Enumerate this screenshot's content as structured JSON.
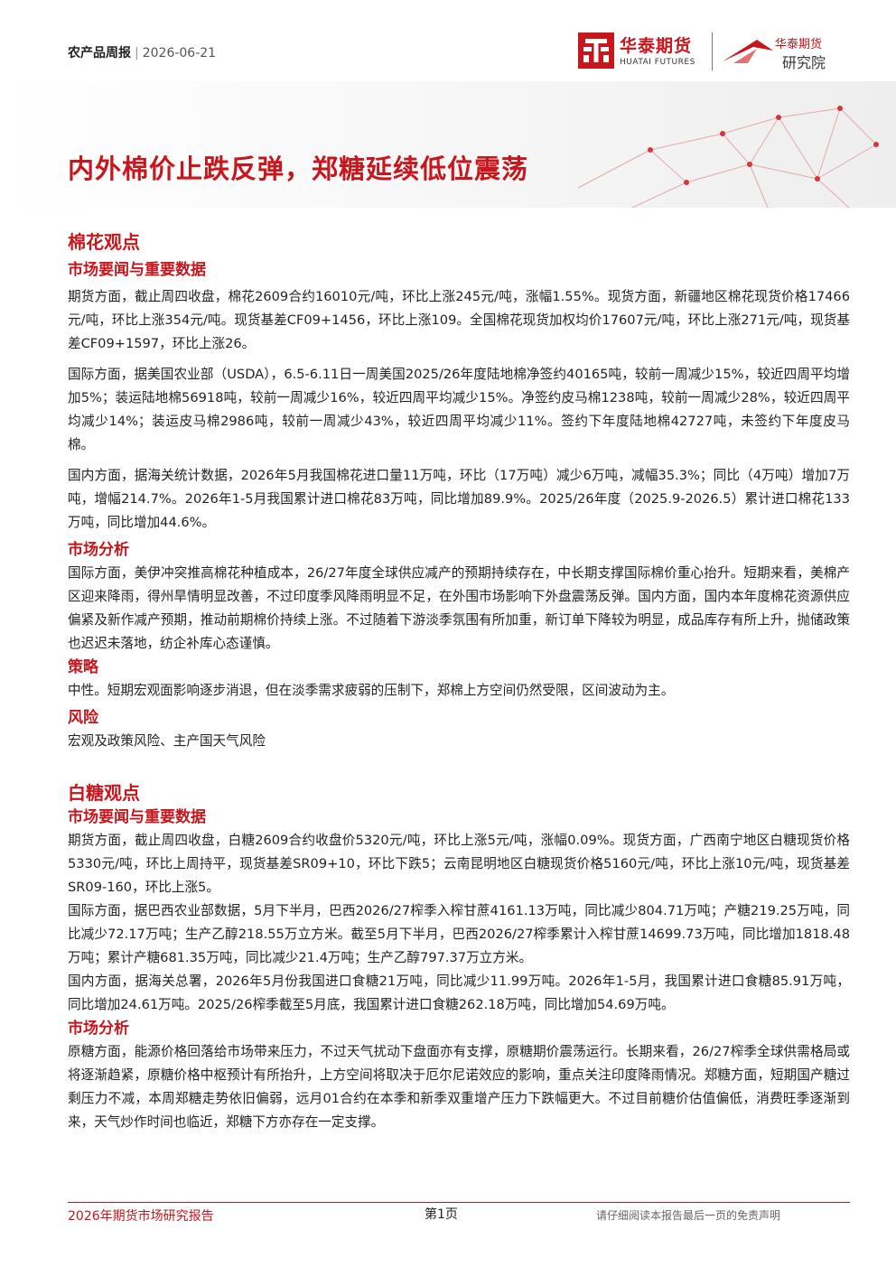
{
  "header": {
    "report_type": "农产品周报",
    "date": "2026-06-21",
    "logo_cn": "华泰期货",
    "logo_en": "HUATAI FUTURES",
    "institute_line1": "华泰期货",
    "institute_line2": "研究院",
    "brand_color": "#c8161d"
  },
  "title": "内外棉价止跌反弹，郑糖延续低位震荡",
  "cotton": {
    "heading": "棉花观点",
    "news_heading": "市场要闻与重要数据",
    "news": [
      "期货方面，截止周四收盘，棉花2609合约16010元/吨，环比上涨245元/吨，涨幅1.55%。现货方面，新疆地区棉花现货价格17466元/吨，环比上涨354元/吨。现货基差CF09+1456，环比上涨109。全国棉花现货加权均价17607元/吨，环比上涨271元/吨，现货基差CF09+1597，环比上涨26。",
      "国际方面，据美国农业部（USDA），6.5-6.11日一周美国2025/26年度陆地棉净签约40165吨，较前一周减少15%，较近四周平均增加5%；装运陆地棉56918吨，较前一周减少16%，较近四周平均减少15%。净签约皮马棉1238吨，较前一周减少28%，较近四周平均减少14%；装运皮马棉2986吨，较前一周减少43%，较近四周平均减少11%。签约下年度陆地棉42727吨，未签约下年度皮马棉。",
      "国内方面，据海关统计数据，2026年5月我国棉花进口量11万吨，环比（17万吨）减少6万吨，减幅35.3%；同比（4万吨）增加7万吨，增幅214.7%。2026年1-5月我国累计进口棉花83万吨，同比增加89.9%。2025/26年度（2025.9-2026.5）累计进口棉花133万吨，同比增加44.6%。"
    ],
    "analysis_heading": "市场分析",
    "analysis": "国际方面，美伊冲突推高棉花种植成本，26/27年度全球供应减产的预期持续存在，中长期支撑国际棉价重心抬升。短期来看，美棉产区迎来降雨，得州旱情明显改善，不过印度季风降雨明显不足，在外围市场影响下外盘震荡反弹。国内方面，国内本年度棉花资源供应偏紧及新作减产预期，推动前期棉价持续上涨。不过随着下游淡季氛围有所加重，新订单下降较为明显，成品库存有所上升，抛储政策也迟迟未落地，纺企补库心态谨慎。",
    "strategy_heading": "策略",
    "strategy": "中性。短期宏观面影响逐步消退，但在淡季需求疲弱的压制下，郑棉上方空间仍然受限，区间波动为主。",
    "risk_heading": "风险",
    "risk": "宏观及政策风险、主产国天气风险"
  },
  "sugar": {
    "heading": "白糖观点",
    "news_heading": "市场要闻与重要数据",
    "news": [
      "期货方面，截止周四收盘，白糖2609合约收盘价5320元/吨，环比上涨5元/吨，涨幅0.09%。现货方面，广西南宁地区白糖现货价格5330元/吨，环比上周持平，现货基差SR09+10，环比下跌5；云南昆明地区白糖现货价格5160元/吨，环比上涨10元/吨，现货基差SR09-160，环比上涨5。",
      "国际方面，据巴西农业部数据，5月下半月，巴西2026/27榨季入榨甘蔗4161.13万吨，同比减少804.71万吨；产糖219.25万吨，同比减少72.17万吨；生产乙醇218.55万立方米。截至5月下半月，巴西2026/27榨季累计入榨甘蔗14699.73万吨，同比增加1818.48万吨；累计产糖681.35万吨，同比减少21.4万吨；生产乙醇797.37万立方米。",
      "国内方面，据海关总署，2026年5月份我国进口食糖21万吨，同比减少11.99万吨。2026年1-5月，我国累计进口食糖85.91万吨，同比增加24.61万吨。2025/26榨季截至5月底，我国累计进口食糖262.18万吨，同比增加54.69万吨。"
    ],
    "analysis_heading": "市场分析",
    "analysis": "原糖方面，能源价格回落给市场带来压力，不过天气扰动下盘面亦有支撑，原糖期价震荡运行。长期来看，26/27榨季全球供需格局或将逐渐趋紧，原糖价格中枢预计有所抬升，上方空间将取决于厄尔尼诺效应的影响，重点关注印度降雨情况。郑糖方面，短期国产糖过剩压力不减，本周郑糖走势依旧偏弱，远月01合约在本季和新季双重增产压力下跌幅更大。不过目前糖价估值偏低，消费旺季逐渐到来，天气炒作时间也临近，郑糖下方亦存在一定支撑。"
  },
  "footer": {
    "left": "2026年期货市场研究报告",
    "center": "第1页",
    "right": "请仔细阅读本报告最后一页的免责声明"
  }
}
